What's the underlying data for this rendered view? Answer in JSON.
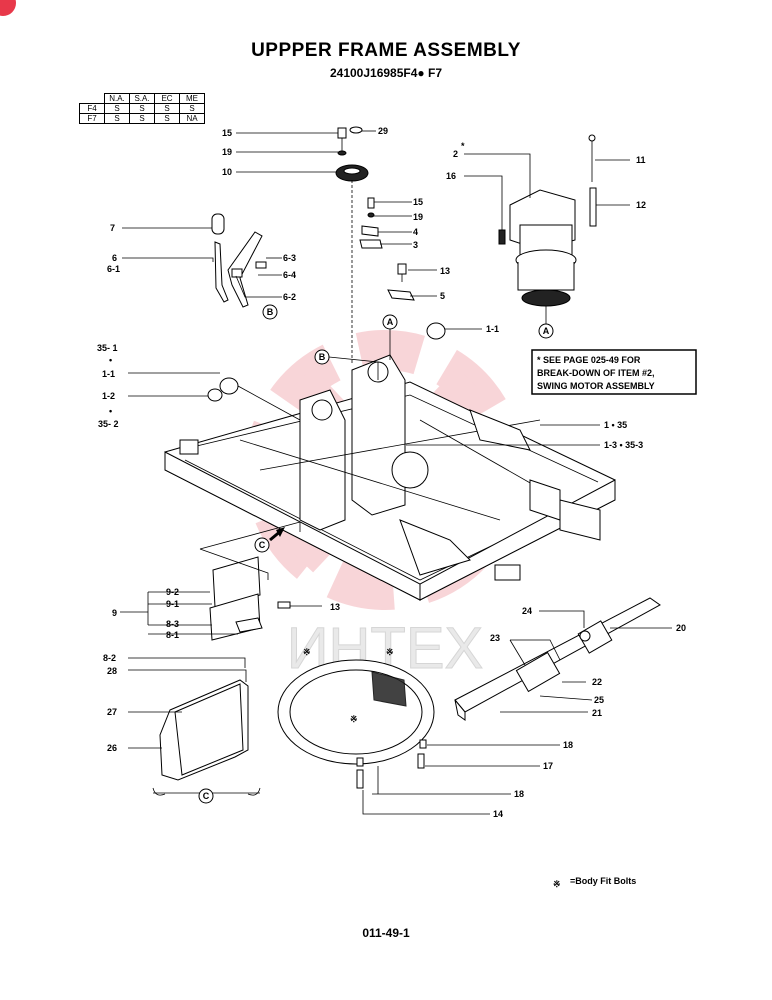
{
  "header": {
    "title": "UPPPER FRAME ASSEMBLY",
    "subtitle": "24100J16985F4● F7"
  },
  "spec_table": {
    "columns": [
      "N.A.",
      "S.A.",
      "EC",
      "ME"
    ],
    "rows": [
      {
        "model": "F4",
        "values": [
          "S",
          "S",
          "S",
          "S"
        ]
      },
      {
        "model": "F7",
        "values": [
          "S",
          "S",
          "S",
          "NA"
        ]
      }
    ]
  },
  "callouts": {
    "c15a": "15",
    "c19a": "19",
    "c10": "10",
    "c29": "29",
    "c7": "7",
    "c6": "6",
    "c6_1": "6-1",
    "c6_3": "6-3",
    "c6_4": "6-4",
    "c6_2": "6-2",
    "c15b": "15",
    "c19b": "19",
    "c4": "4",
    "c3": "3",
    "c13a": "13",
    "c5": "5",
    "c2": "2",
    "c16": "16",
    "c11": "11",
    "c12": "12",
    "c1_1r": "1-1",
    "c35_1": "35- 1",
    "c1_1l": "1-1",
    "c1_2": "1-2",
    "c35_2": "35- 2",
    "c1_35": "1 • 35",
    "c1_3": "1-3  • 35-3",
    "c9": "9",
    "c9_2": "9-2",
    "c9_1": "9-1",
    "c8_3": "8-3",
    "c8_1": "8-1",
    "c13b": "13",
    "c8_2": "8-2",
    "c28": "28",
    "c27": "27",
    "c26": "26",
    "c24": "24",
    "c20": "20",
    "c23": "23",
    "c22": "22",
    "c25": "25",
    "c21": "21",
    "c18a": "18",
    "c17": "17",
    "c18b": "18",
    "c14": "14"
  },
  "markers": {
    "a": "A",
    "b": "B",
    "c": "C"
  },
  "note_box": {
    "lines": [
      "* SEE PAGE 025-49 FOR",
      "BREAK-DOWN OF ITEM #2,",
      "SWING MOTOR ASSEMBLY"
    ]
  },
  "legend": {
    "text": "=Body Fit Bolts"
  },
  "footer": {
    "page_number": "011-49-1"
  },
  "watermark": {
    "text": "ИНТЕХ"
  },
  "colors": {
    "badge": "#e8384a",
    "watermark": "#f3b3b9"
  }
}
